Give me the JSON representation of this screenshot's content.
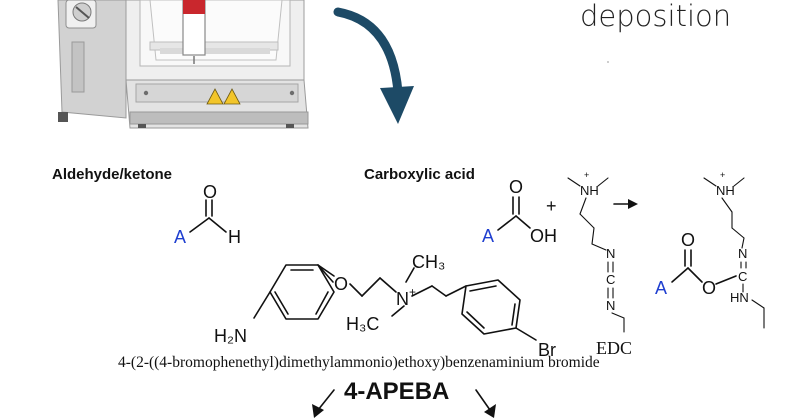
{
  "top_right_label": "deposition",
  "section_aldehyde": {
    "heading": "Aldehyde/ketone",
    "atom_a": "A",
    "atom_o": "O",
    "atom_h": "H"
  },
  "section_carboxylic": {
    "heading": "Carboxylic acid",
    "atom_a": "A",
    "atom_o": "O",
    "atom_oh": "OH",
    "plus": "+",
    "product_atom_a": "A",
    "product_atom_o_top": "O",
    "product_atom_o_link": "O"
  },
  "edc": {
    "label": "EDC",
    "nh_top": "NH",
    "plus_charge": "+",
    "n1": "N",
    "c": "C",
    "n2": "N",
    "product_nh_top": "NH",
    "product_n": "N",
    "product_c": "C",
    "product_hn": "HN"
  },
  "apeba": {
    "h2n": "H₂N",
    "o": "O",
    "n": "N",
    "charge": "+",
    "ch3_top": "CH₃",
    "h3c": "H₃C",
    "br": "Br",
    "full_name": "4-(2-((4-bromophenethyl)dimethylammonio)ethoxy)benzenaminium bromide",
    "short_name": "4-APEBA"
  },
  "colors": {
    "arrow_curve": "#1d4a66",
    "atom_accent": "#1f3fd0",
    "instrument_body": "#e3e3e3",
    "instrument_dark": "#6d6d6d",
    "warning_triangle": "#f2c52a"
  },
  "icons": [
    "instrument-icon",
    "curved-arrow-icon",
    "reaction-arrow-icon",
    "split-arrow-icon",
    "warning-icon"
  ]
}
